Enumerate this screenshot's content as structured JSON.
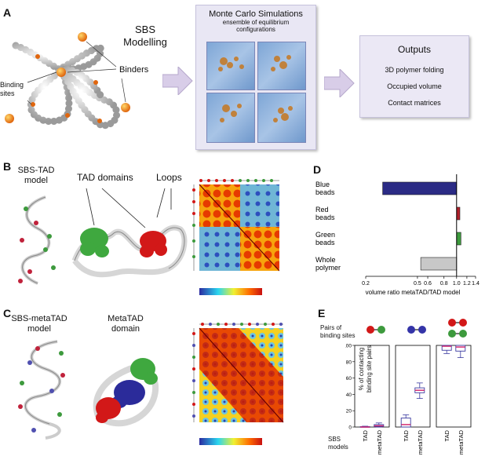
{
  "panels": {
    "A": {
      "letter": "A",
      "sbs_title": "SBS\nModelling",
      "binders_label": "Binders",
      "binding_sites_label": "Binding\nsites",
      "mc_title": "Monte Carlo Simulations",
      "mc_subtitle": "ensemble of equilibrium\nconfigurations",
      "outputs_title": "Outputs",
      "outputs_items": [
        "3D polymer folding",
        "Occupied volume",
        "Contact matrices"
      ]
    },
    "B": {
      "letter": "B",
      "model_label": "SBS-TAD\nmodel",
      "tad_domains_label": "TAD domains",
      "loops_label": "Loops"
    },
    "C": {
      "letter": "C",
      "model_label": "SBS-metaTAD\nmodel",
      "metatad_label": "MetaTAD\ndomain"
    },
    "D": {
      "letter": "D"
    },
    "E": {
      "letter": "E",
      "pairs_label": "Pairs of\nbinding sites",
      "sbs_models_label": "SBS\nmodels",
      "yaxis_label": "% of contacting\nbinding site pairs",
      "ytick_labels": [
        "0",
        "20",
        "40",
        "60",
        "80",
        "100"
      ],
      "xtick_labels": [
        "TAD",
        "metaTAD"
      ]
    }
  },
  "colors": {
    "blue_bead": "#2b2b85",
    "red_bead": "#b3202a",
    "green_bead": "#3d9a3d",
    "whole_bead": "#c8c8c8",
    "heat_high": "#cc1a00",
    "heat_low": "#3a6ad8",
    "arrow": "#d8cde8"
  },
  "chart_data": [
    {
      "type": "bar",
      "panel": "D",
      "orientation": "horizontal",
      "categories": [
        "Blue beads",
        "Red beads",
        "Green beads",
        "Whole polymer"
      ],
      "values": [
        0.27,
        1.06,
        1.08,
        0.53
      ],
      "xlabel": "volume ratio metaTAD/TAD model",
      "xscale": "log",
      "xlim": [
        0.2,
        1.4
      ],
      "xticks": [
        "0.2",
        "0.5",
        "0.6",
        "0.8",
        "1.0",
        "1.2",
        "1.4"
      ],
      "reference_line": 1.0
    },
    {
      "type": "box",
      "panel": "E",
      "groups": [
        {
          "pair": "red-green",
          "TAD": {
            "min": 0,
            "q1": 0,
            "median": 0,
            "q3": 0.5,
            "max": 1
          },
          "metaTAD": {
            "min": 0,
            "q1": 0.5,
            "median": 1.5,
            "q3": 3,
            "max": 5
          }
        },
        {
          "pair": "blue-blue",
          "TAD": {
            "min": 0,
            "q1": 0,
            "median": 3,
            "q3": 11,
            "max": 15
          },
          "metaTAD": {
            "min": 35,
            "q1": 42,
            "median": 45,
            "q3": 48,
            "max": 54
          }
        },
        {
          "pair": "red-red / green-green",
          "TAD": {
            "min": 90,
            "q1": 94,
            "median": 99,
            "q3": 100,
            "max": 100
          },
          "metaTAD": {
            "min": 85,
            "q1": 93,
            "median": 98,
            "q3": 100,
            "max": 100
          }
        }
      ],
      "ylim": [
        0,
        100
      ]
    }
  ]
}
